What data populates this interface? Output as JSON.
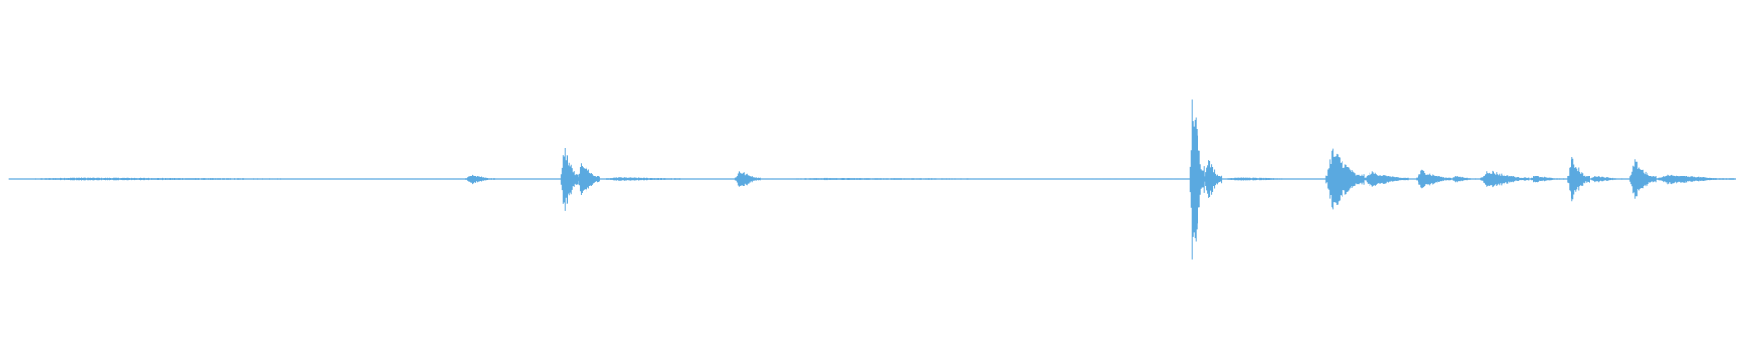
{
  "colors": {
    "background": "#ffffff",
    "waveform": "#5aa9e0"
  },
  "waveform": {
    "segments": [
      {
        "start": 0.005,
        "end": 0.265,
        "amplitude": 0.008
      },
      {
        "start": 0.268,
        "end": 0.285,
        "amplitude": 0.03
      },
      {
        "start": 0.323,
        "end": 0.333,
        "amplitude": 0.22
      },
      {
        "start": 0.333,
        "end": 0.345,
        "amplitude": 0.12
      },
      {
        "start": 0.345,
        "end": 0.42,
        "amplitude": 0.01
      },
      {
        "start": 0.423,
        "end": 0.438,
        "amplitude": 0.06
      },
      {
        "start": 0.438,
        "end": 0.683,
        "amplitude": 0.006
      },
      {
        "start": 0.685,
        "end": 0.693,
        "amplitude": 0.58
      },
      {
        "start": 0.693,
        "end": 0.703,
        "amplitude": 0.15
      },
      {
        "start": 0.703,
        "end": 0.76,
        "amplitude": 0.01
      },
      {
        "start": 0.763,
        "end": 0.785,
        "amplitude": 0.2
      },
      {
        "start": 0.785,
        "end": 0.81,
        "amplitude": 0.05
      },
      {
        "start": 0.815,
        "end": 0.835,
        "amplitude": 0.06
      },
      {
        "start": 0.835,
        "end": 0.85,
        "amplitude": 0.02
      },
      {
        "start": 0.852,
        "end": 0.88,
        "amplitude": 0.06
      },
      {
        "start": 0.88,
        "end": 0.9,
        "amplitude": 0.02
      },
      {
        "start": 0.902,
        "end": 0.915,
        "amplitude": 0.14
      },
      {
        "start": 0.915,
        "end": 0.935,
        "amplitude": 0.02
      },
      {
        "start": 0.938,
        "end": 0.953,
        "amplitude": 0.12
      },
      {
        "start": 0.953,
        "end": 0.998,
        "amplitude": 0.03
      }
    ]
  }
}
